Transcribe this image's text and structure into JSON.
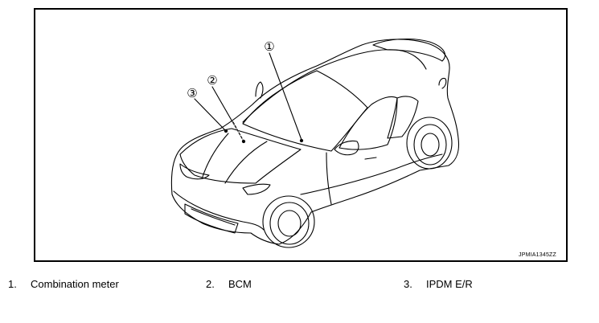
{
  "figure": {
    "id": "JPMIA1345ZZ",
    "callouts": [
      {
        "number": "1",
        "symbol": "①"
      },
      {
        "number": "2",
        "symbol": "②"
      },
      {
        "number": "3",
        "symbol": "③"
      }
    ]
  },
  "legend": [
    {
      "number": "1.",
      "label": "Combination meter"
    },
    {
      "number": "2.",
      "label": "BCM"
    },
    {
      "number": "3.",
      "label": "IPDM E/R"
    }
  ]
}
